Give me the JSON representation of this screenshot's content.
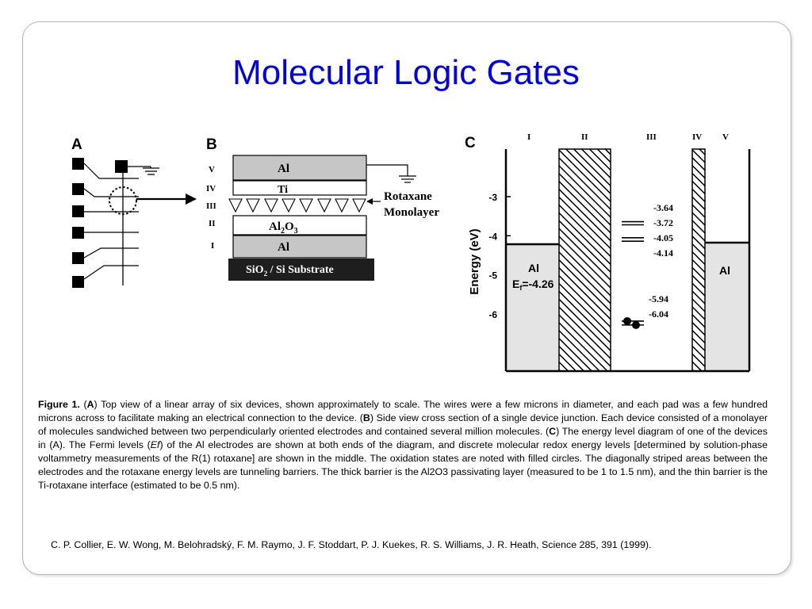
{
  "slide": {
    "title": "Molecular Logic Gates"
  },
  "figure": {
    "panel_a": {
      "label": "A"
    },
    "panel_b": {
      "label": "B",
      "layer_numerals": [
        "V",
        "IV",
        "III",
        "II",
        "I"
      ],
      "layers": {
        "top_al": "Al",
        "ti": "Ti",
        "al2o3_main": "Al",
        "al2o3_sub2": "2",
        "al2o3_o": "O",
        "al2o3_sub3": "3",
        "bottom_al": "Al",
        "substrate_sio": "SiO",
        "substrate_sub2": "2",
        "substrate_rest": " / Si Substrate"
      },
      "annotation_line1": "Rotaxane",
      "annotation_line2": "Monolayer"
    },
    "panel_c": {
      "label": "C",
      "region_numerals": [
        "I",
        "II",
        "III",
        "IV",
        "V"
      ],
      "ylabel": "Energy (eV)",
      "yticks": [
        "-3",
        "-4",
        "-5",
        "-6"
      ],
      "left_electrode": "Al",
      "fermi_prefix": "E",
      "fermi_sub": "f",
      "fermi_value": "=-4.26",
      "right_electrode": "Al",
      "upper_levels": [
        "-3.64",
        "-3.72",
        "-4.05",
        "-4.14"
      ],
      "lower_levels": [
        "-5.94",
        "-6.04"
      ]
    }
  },
  "chart_data": {
    "type": "other",
    "ylabel": "Energy (eV)",
    "yticks": [
      -3,
      -4,
      -5,
      -6
    ],
    "fermi_level_eV": -4.26,
    "regions": [
      "I",
      "II",
      "III",
      "IV",
      "V"
    ],
    "empty_levels_eV": [
      -3.64,
      -3.72,
      -4.05,
      -4.14
    ],
    "filled_levels_eV": [
      -5.94,
      -6.04
    ]
  },
  "caption": {
    "fig_label": "Figure 1.",
    "p1": " (",
    "A1": "A",
    "p2": ") Top view of a linear array of six devices, shown approximately to scale. The wires were a few microns in diameter, and each pad was a few hundred microns across to facilitate making an electrical connection to the device. (",
    "B1": "B",
    "p3": ") Side view cross section of a single device junction. Each device consisted of a monolayer of molecules sandwiched between two perpendicularly oriented electrodes and contained several million molecules. (",
    "C1": "C",
    "p4": ") The energy level diagram of one of the devices in (A). The Fermi levels (",
    "ef_italic": "Ef",
    "p5": ") of the Al electrodes are shown at both ends of the diagram, and discrete molecular redox energy levels [determined by solution-phase voltammetry measurements of the R(1) rotaxane] are shown in the middle. The oxidation states are noted with filled circles. The diagonally striped areas between the electrodes and the rotaxane energy levels are tunneling barriers. The thick barrier is the Al2O3 passivating layer (measured to be 1 to 1.5 nm), and the thin barrier is the Ti-rotaxane interface (estimated to be 0.5 nm)."
  },
  "citation": {
    "text": "C. P. Collier,  E. W. Wong,  M. Belohradský,  F. M. Raymo,  J. F. Stoddart,  P. J. Kuekes, R. S. Williams,  J. R. Heath, Science 285, 391 (1999)."
  }
}
